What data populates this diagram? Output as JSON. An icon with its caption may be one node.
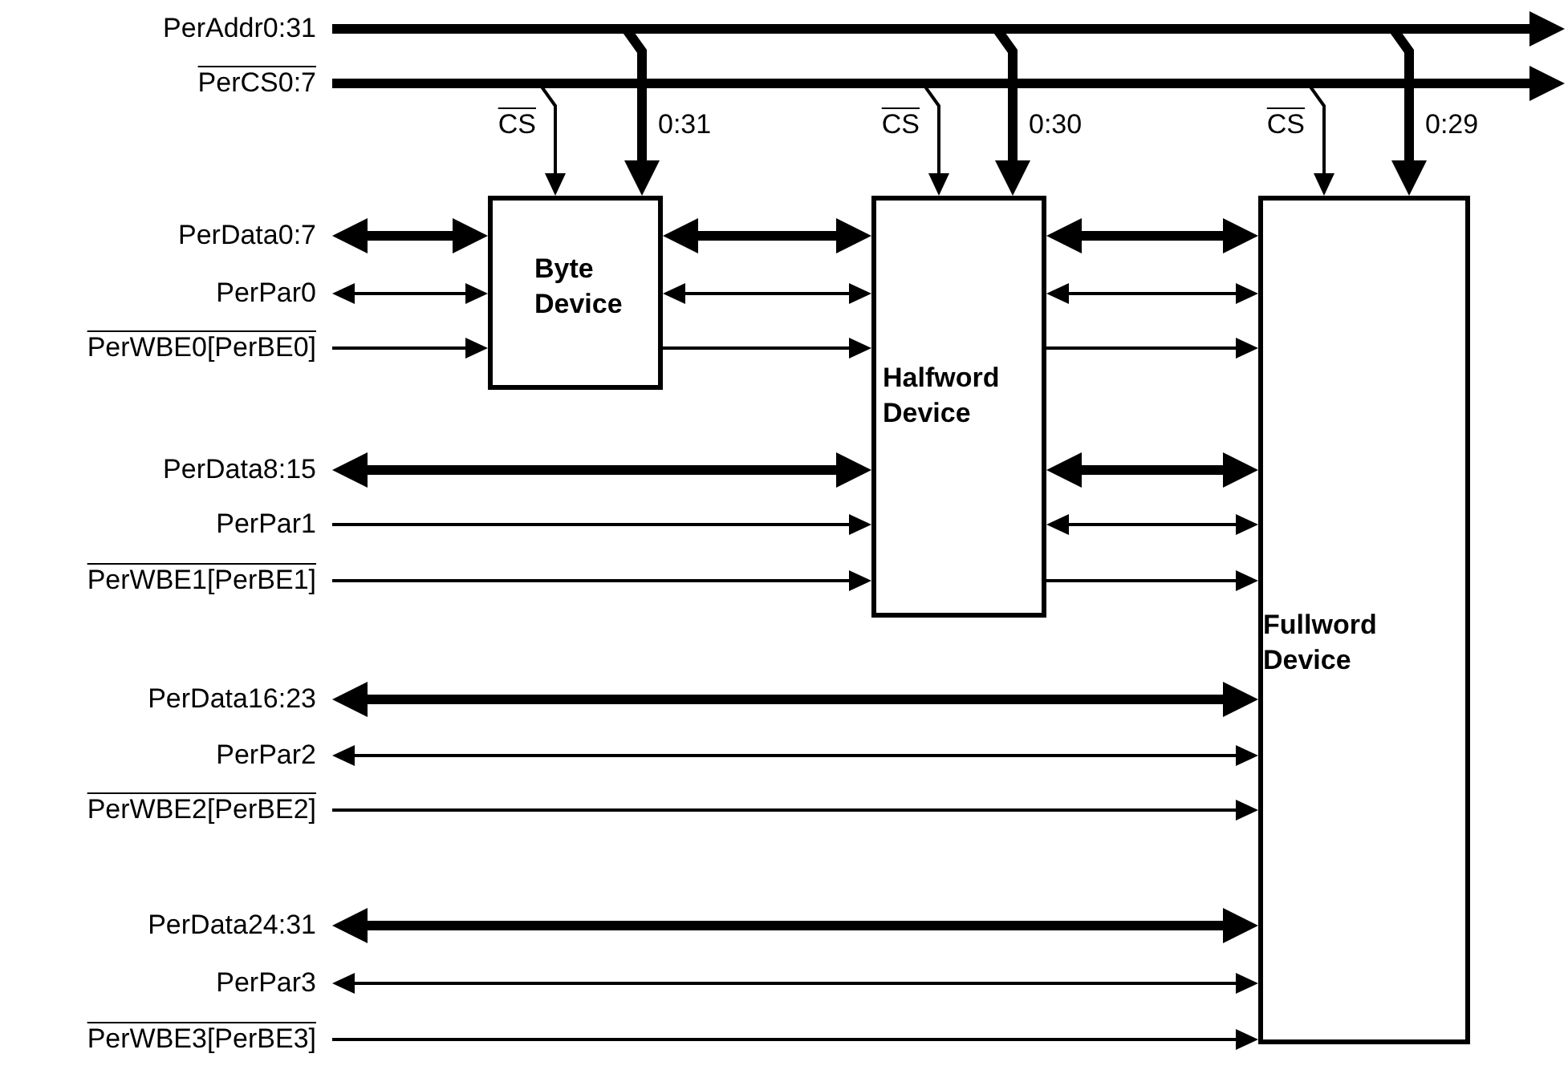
{
  "diagram": {
    "nodes": [
      {
        "text": [
          "PerAddr0:31"
        ]
      },
      {
        "text": [
          "PerCS0:7"
        ]
      },
      {
        "text": [
          "Byte Device"
        ]
      },
      {
        "text": [
          "Halfword Device"
        ]
      },
      {
        "text": [
          "Fullword Device"
        ]
      },
      {
        "text": [
          "PerData0:7"
        ]
      },
      {
        "text": [
          "PerPar0"
        ]
      },
      {
        "text": [
          "PerWBE0[PerBE0]"
        ]
      },
      {
        "text": [
          "PerData8:15"
        ]
      },
      {
        "text": [
          "PerPar1"
        ]
      },
      {
        "text": [
          "PerWBE1[PerBE1]"
        ]
      },
      {
        "text": [
          "PerData16:23"
        ]
      },
      {
        "text": [
          "PerPar2"
        ]
      },
      {
        "text": [
          "PerWBE2[PerBE2]"
        ]
      },
      {
        "text": [
          "PerData24:31"
        ]
      },
      {
        "text": [
          "PerPar3"
        ]
      },
      {
        "text": [
          "PerWBE3[PerBE3]"
        ]
      }
    ],
    "edges": [
      {
        "from": 0,
        "to": null,
        "arrow": "to",
        "style": "thick"
      },
      {
        "from": 1,
        "to": null,
        "arrow": "to",
        "style": "thick"
      },
      {
        "from": 0,
        "to": 2,
        "arrow": "to",
        "style": "thick",
        "label": "0:31"
      },
      {
        "from": 0,
        "to": 3,
        "arrow": "to",
        "style": "thick",
        "label": "0:30"
      },
      {
        "from": 0,
        "to": 4,
        "arrow": "to",
        "style": "thick",
        "label": "0:29"
      },
      {
        "from": 1,
        "to": 2,
        "arrow": "to",
        "label": "CS"
      },
      {
        "from": 1,
        "to": 3,
        "arrow": "to",
        "label": "CS"
      },
      {
        "from": 1,
        "to": 4,
        "arrow": "to",
        "label": "CS"
      },
      {
        "from": 5,
        "to": 2,
        "arrow": "both",
        "style": "thick"
      },
      {
        "from": 6,
        "to": 2,
        "arrow": "both"
      },
      {
        "from": 7,
        "to": 2,
        "arrow": "to"
      },
      {
        "from": 2,
        "to": 3,
        "arrow": "both",
        "style": "thick"
      },
      {
        "from": 2,
        "to": 3,
        "arrow": "both"
      },
      {
        "from": 2,
        "to": 3,
        "arrow": "to"
      },
      {
        "from": 3,
        "to": 4,
        "arrow": "both",
        "style": "thick"
      },
      {
        "from": 3,
        "to": 4,
        "arrow": "both"
      },
      {
        "from": 3,
        "to": 4,
        "arrow": "to"
      },
      {
        "from": 8,
        "to": 3,
        "arrow": "both",
        "style": "thick"
      },
      {
        "from": 9,
        "to": 3,
        "arrow": "to"
      },
      {
        "from": 10,
        "to": 3,
        "arrow": "to"
      },
      {
        "from": 3,
        "to": 4,
        "arrow": "both",
        "style": "thick"
      },
      {
        "from": 3,
        "to": 4,
        "arrow": "both"
      },
      {
        "from": 3,
        "to": 4,
        "arrow": "to"
      },
      {
        "from": 11,
        "to": 4,
        "arrow": "both",
        "style": "thick"
      },
      {
        "from": 12,
        "to": 4,
        "arrow": "both"
      },
      {
        "from": 13,
        "to": 4,
        "arrow": "to"
      },
      {
        "from": 14,
        "to": 4,
        "arrow": "both",
        "style": "thick"
      },
      {
        "from": 15,
        "to": 4,
        "arrow": "both"
      },
      {
        "from": 16,
        "to": 4,
        "arrow": "to"
      }
    ]
  }
}
